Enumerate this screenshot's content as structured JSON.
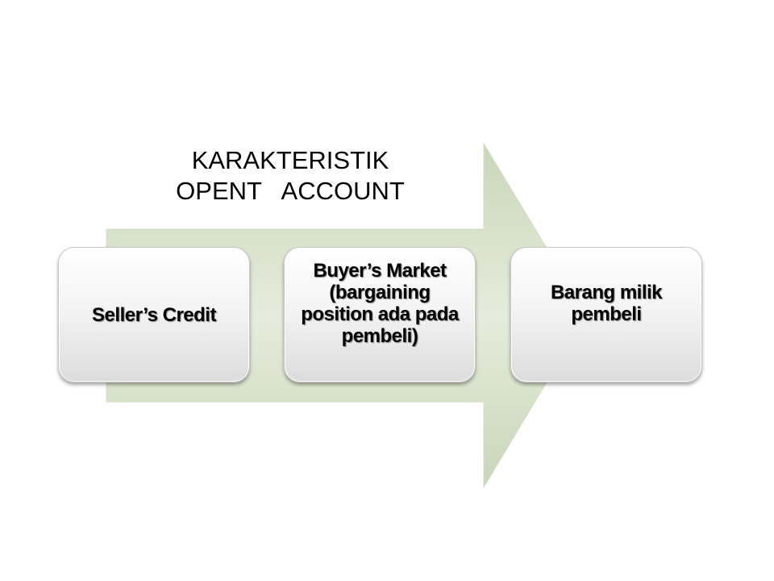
{
  "title": {
    "line1": "KARAKTERISTIK",
    "line2": "OPENT   ACCOUNT"
  },
  "boxes": [
    {
      "label": "Seller’s Credit"
    },
    {
      "label": "Buyer’s Market (bargaining position ada pada pembeli)"
    },
    {
      "label": "Barang milik pembeli"
    }
  ],
  "colors": {
    "arrow_fill_light": "#eef2e6",
    "arrow_fill_dark": "#c9d6b8",
    "box_top": "#ffffff",
    "box_bottom": "#dcdcdc"
  }
}
